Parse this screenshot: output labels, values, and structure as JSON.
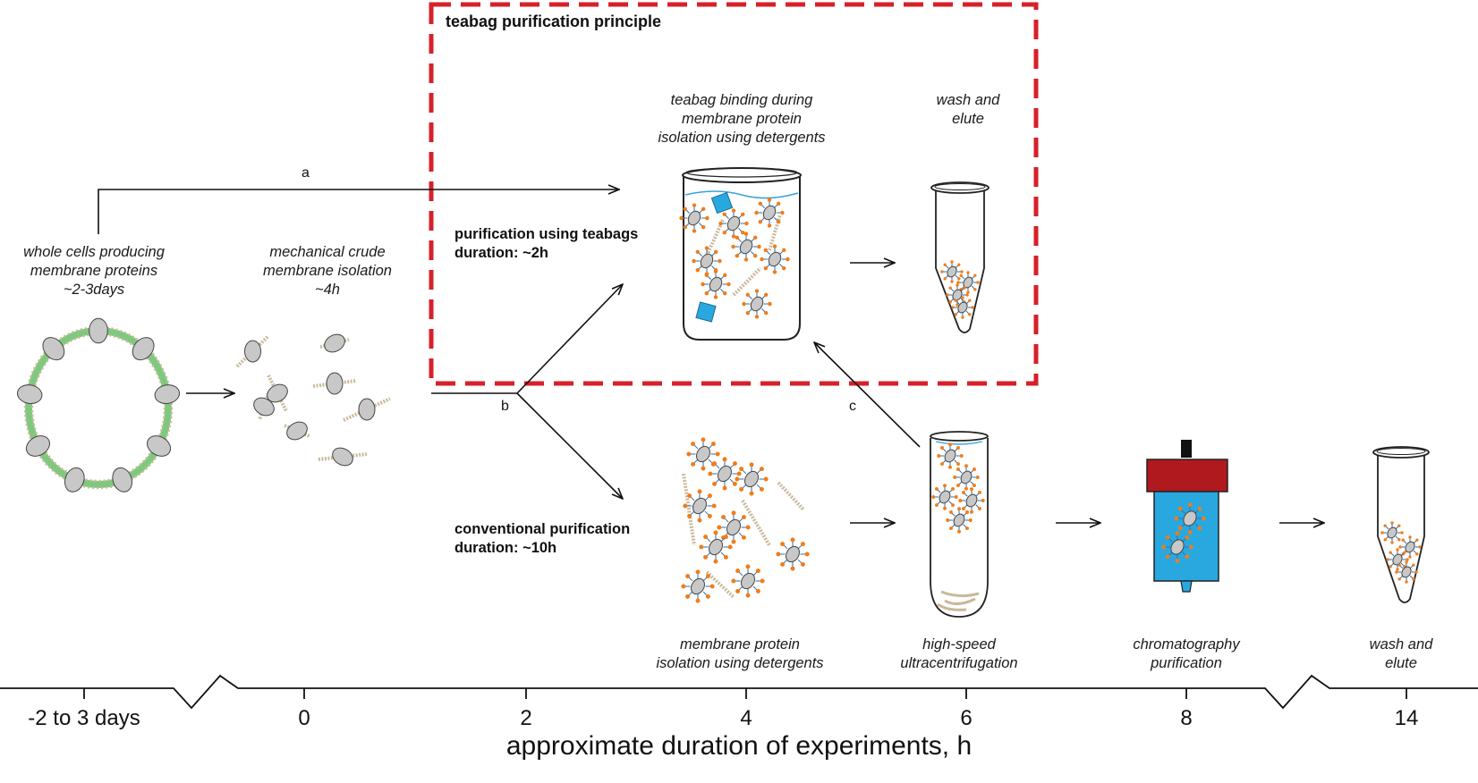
{
  "box_title": "teabag purification principle",
  "paths": {
    "a": "a",
    "b": "b",
    "c": "c"
  },
  "whole_cells": [
    "whole cells producing",
    "membrane proteins",
    "~2-3days"
  ],
  "crude_membrane": [
    "mechanical crude",
    "membrane isolation",
    "~4h"
  ],
  "teabag_binding": [
    "teabag binding during",
    "membrane protein",
    "isolation using detergents"
  ],
  "wash_elute_top": [
    "wash and",
    "elute"
  ],
  "teabag_method": {
    "name": "purification using teabags",
    "duration": "duration: ~2h"
  },
  "conventional_method": {
    "name": "conventional purification",
    "duration": "duration: ~10h"
  },
  "detergent_isolation": [
    "membrane protein",
    "isolation using detergents"
  ],
  "ultracentrifugation": [
    "high-speed",
    "ultracentrifugation"
  ],
  "chromatography": [
    "chromatography",
    "purification"
  ],
  "wash_elute_bottom": [
    "wash and",
    "elute"
  ],
  "axis": {
    "ticks": [
      "-2 to 3 days",
      "0",
      "2",
      "4",
      "6",
      "8",
      "14"
    ],
    "title": "approximate duration of experiments, h"
  },
  "colors": {
    "box_border": "#d7202a",
    "membrane_green": "#7fc97f",
    "lipid_tan": "#c9b99a",
    "protein_grey": "#c8c8c8",
    "detergent_orange": "#f07d19",
    "tail_blue": "#2a6fb5",
    "teabag_blue": "#29a8e0",
    "column_red": "#b0191e",
    "column_blue": "#29a8e0",
    "buffer_line": "#3aa0d8"
  }
}
